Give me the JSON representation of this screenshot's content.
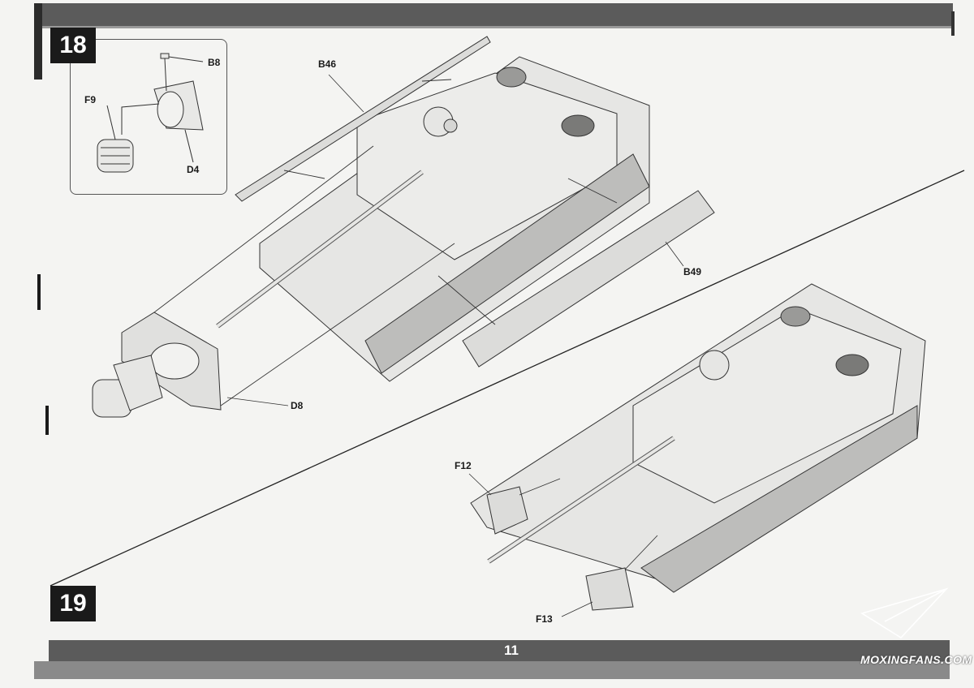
{
  "page": {
    "number": "11"
  },
  "steps": [
    {
      "label": "18"
    },
    {
      "label": "19"
    }
  ],
  "parts": {
    "b8": "B8",
    "f9": "F9",
    "d4": "D4",
    "b46": "B46",
    "b49": "B49",
    "d8": "D8",
    "f12": "F12",
    "f13": "F13"
  },
  "watermark": {
    "text": "MOXINGFANS.COM"
  },
  "colors": {
    "bar": "#5b5b5b",
    "badge": "#1a1a1a",
    "paper": "#f4f4f2",
    "line": "#333333"
  }
}
